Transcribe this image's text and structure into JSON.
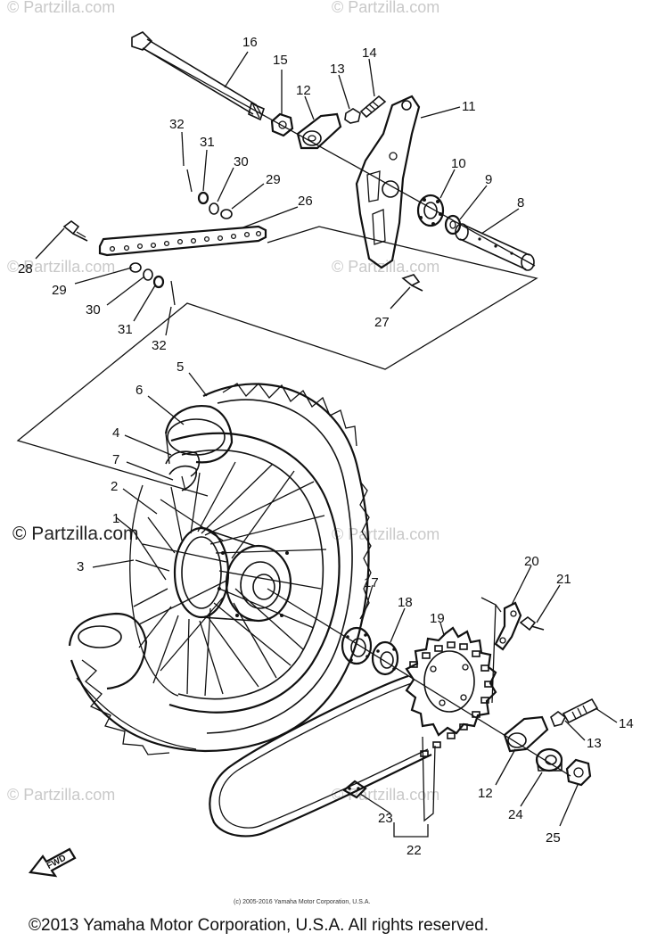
{
  "diagram": {
    "callouts": [
      {
        "id": "c16a",
        "label": "16"
      },
      {
        "id": "c15a",
        "label": "15"
      },
      {
        "id": "c14a",
        "label": "14"
      },
      {
        "id": "c13a",
        "label": "13"
      },
      {
        "id": "c12a",
        "label": "12"
      },
      {
        "id": "c11",
        "label": "11"
      },
      {
        "id": "c10",
        "label": "10"
      },
      {
        "id": "c9",
        "label": "9"
      },
      {
        "id": "c8",
        "label": "8"
      },
      {
        "id": "c32a",
        "label": "32"
      },
      {
        "id": "c31a",
        "label": "31"
      },
      {
        "id": "c30a",
        "label": "30"
      },
      {
        "id": "c29a",
        "label": "29"
      },
      {
        "id": "c26",
        "label": "26"
      },
      {
        "id": "c28",
        "label": "28"
      },
      {
        "id": "c29b",
        "label": "29"
      },
      {
        "id": "c30b",
        "label": "30"
      },
      {
        "id": "c31b",
        "label": "31"
      },
      {
        "id": "c32b",
        "label": "32"
      },
      {
        "id": "c27",
        "label": "27"
      },
      {
        "id": "c5",
        "label": "5"
      },
      {
        "id": "c6",
        "label": "6"
      },
      {
        "id": "c4",
        "label": "4"
      },
      {
        "id": "c7",
        "label": "7"
      },
      {
        "id": "c2",
        "label": "2"
      },
      {
        "id": "c1",
        "label": "1"
      },
      {
        "id": "c3",
        "label": "3"
      },
      {
        "id": "c17",
        "label": "17"
      },
      {
        "id": "c18",
        "label": "18"
      },
      {
        "id": "c19",
        "label": "19"
      },
      {
        "id": "c20",
        "label": "20"
      },
      {
        "id": "c21",
        "label": "21"
      },
      {
        "id": "c14b",
        "label": "14"
      },
      {
        "id": "c13b",
        "label": "13"
      },
      {
        "id": "c12b",
        "label": "12"
      },
      {
        "id": "c24",
        "label": "24"
      },
      {
        "id": "c25",
        "label": "25"
      },
      {
        "id": "c23",
        "label": "23"
      },
      {
        "id": "c22",
        "label": "22"
      }
    ],
    "fwd_label": "FWD"
  },
  "watermarks": {
    "faint": "© Partzilla.com",
    "main": "© Partzilla.com"
  },
  "copyright_small": "(c) 2005-2016 Yamaha Motor Corporation, U.S.A.",
  "footer": "©2013 Yamaha Motor Corporation, U.S.A. All rights reserved."
}
